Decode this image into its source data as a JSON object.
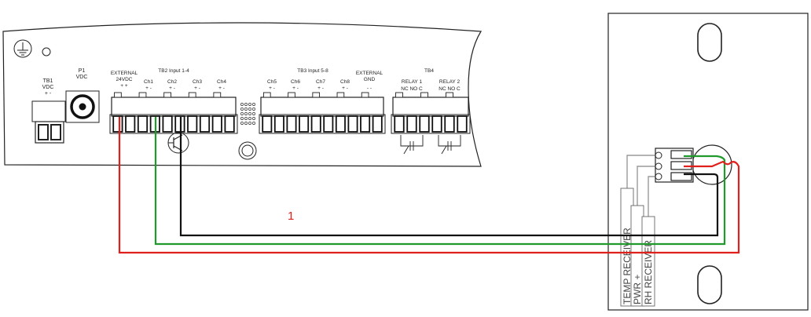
{
  "controller": {
    "tb1": {
      "title": "TB1",
      "sub": "VDC",
      "pins": "+  -"
    },
    "p1": {
      "title": "P1",
      "sub": "VDC"
    },
    "external": {
      "line1": "EXTERNAL",
      "line2": "24VDC",
      "pins": "+ +"
    },
    "tb2": {
      "title": "TB2 Input 1-4",
      "channels": [
        "Ch1",
        "Ch2",
        "Ch3",
        "Ch4"
      ],
      "pins": "+  -"
    },
    "tb3": {
      "title": "TB3 Input 5-8",
      "channels": [
        "Ch5",
        "Ch6",
        "Ch7",
        "Ch8"
      ],
      "pins": "+  -"
    },
    "ext_gnd": {
      "line1": "EXTERNAL",
      "line2": "GND",
      "pins": "-  -"
    },
    "tb4": {
      "title": "TB4",
      "relays": [
        "RELAY 1",
        "RELAY 2"
      ],
      "contacts": "NC NO C"
    }
  },
  "sensor": {
    "labels": [
      "TEMP RECEIVER",
      "PWR +",
      "RH RECEIVER"
    ]
  },
  "marker": "1",
  "wire_colors": {
    "red": "#e0201c",
    "green": "#1f9a2b",
    "black": "#111111",
    "gray": "#9a9a9a"
  }
}
